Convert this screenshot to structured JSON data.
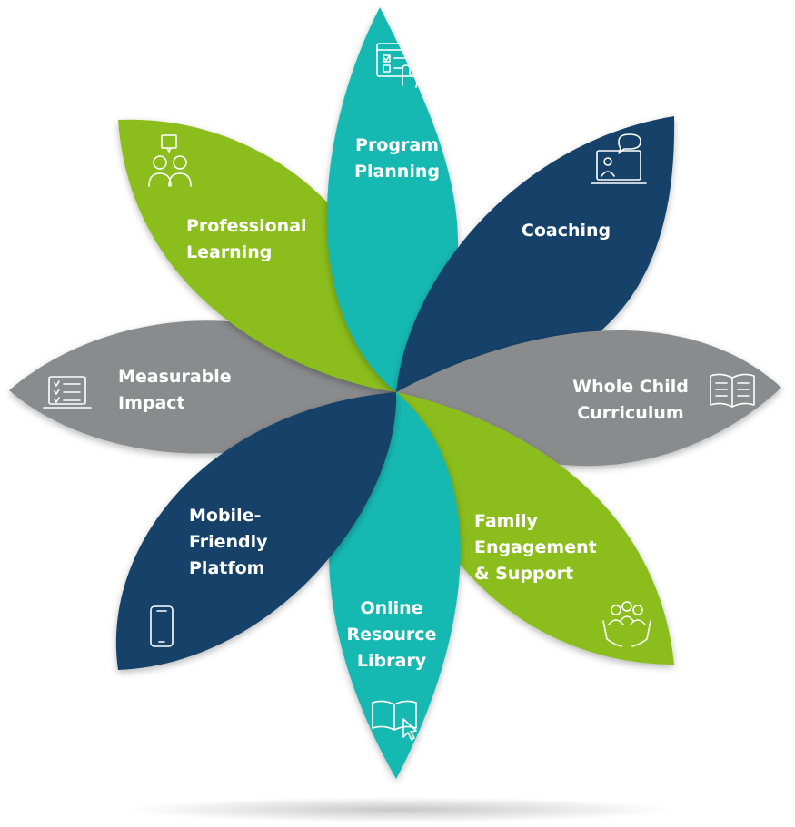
{
  "diagram": {
    "segments": [
      {
        "id": "program-planning",
        "lines": [
          "Program",
          "Planning"
        ],
        "color": "#12b9b2",
        "icon": "checklist-touch-icon"
      },
      {
        "id": "coaching",
        "lines": [
          "Coaching"
        ],
        "color": "#16436a",
        "icon": "video-chat-icon"
      },
      {
        "id": "whole-child-curriculum",
        "lines": [
          "Whole Child",
          "Curriculum"
        ],
        "color": "#8a8b8c",
        "icon": "open-book-icon"
      },
      {
        "id": "family-engagement",
        "lines": [
          "Family",
          "Engagement",
          "& Support"
        ],
        "color": "#8bbd1d",
        "icon": "family-hands-icon"
      },
      {
        "id": "online-resource-library",
        "lines": [
          "Online",
          "Resource",
          "Library"
        ],
        "color": "#12b9b2",
        "icon": "book-cursor-icon"
      },
      {
        "id": "mobile-friendly-platform",
        "lines": [
          "Mobile-",
          "Friendly",
          "Platfom"
        ],
        "color": "#16436a",
        "icon": "smartphone-icon"
      },
      {
        "id": "measurable-impact",
        "lines": [
          "Measurable",
          "Impact"
        ],
        "color": "#8a8b8c",
        "icon": "laptop-checklist-icon"
      },
      {
        "id": "professional-learning",
        "lines": [
          "Professional",
          "Learning"
        ],
        "color": "#8bbd1d",
        "icon": "group-discussion-icon"
      }
    ]
  }
}
